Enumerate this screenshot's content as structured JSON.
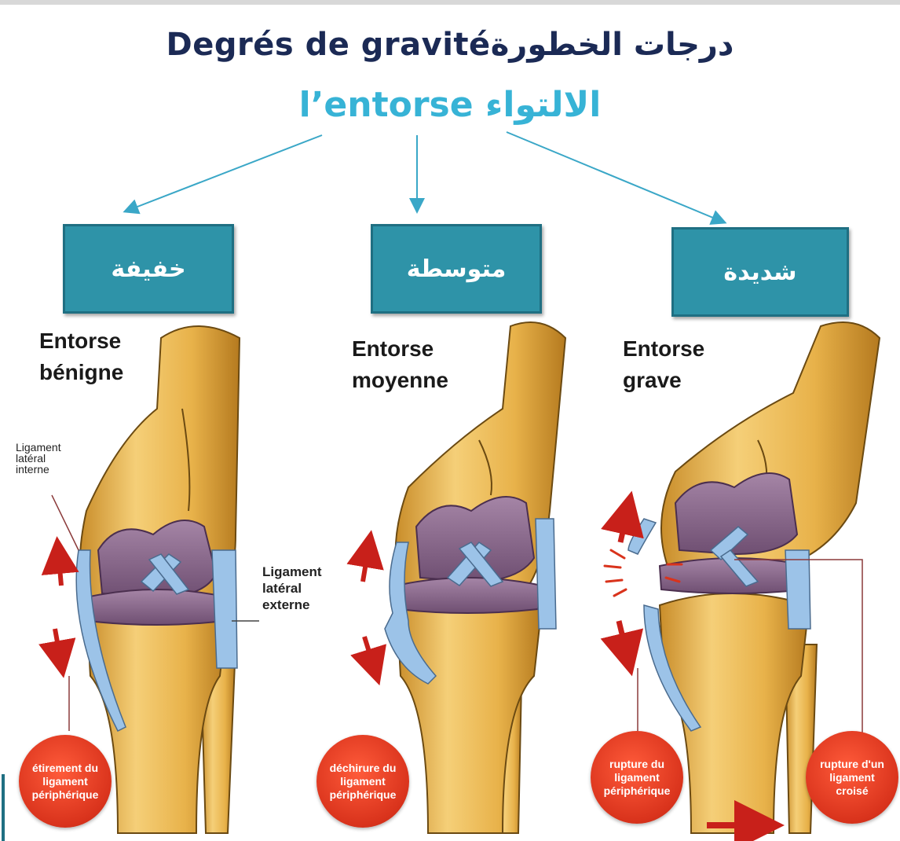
{
  "title": {
    "main": "Degrés de gravitéدرجات الخطورة",
    "subject": "l’entorse الالتواء"
  },
  "levels": [
    {
      "arabic": "خفيفة",
      "caption_line1": "Entorse",
      "caption_line2": "bénigne",
      "badge": "étirement du ligament périphérique"
    },
    {
      "arabic": "متوسطة",
      "caption_line1": "Entorse",
      "caption_line2": "moyenne",
      "badge": "déchirure du ligament périphérique"
    },
    {
      "arabic": "شديدة",
      "caption_line1": "Entorse",
      "caption_line2": "grave",
      "badge": "rupture du ligament périphérique",
      "badge2": "rupture d'un ligament croisé"
    }
  ],
  "labels": {
    "internal_ligament": [
      "Ligament",
      "latéral",
      "interne"
    ],
    "external_ligament": [
      "Ligament",
      "latéral",
      "externe"
    ]
  },
  "colors": {
    "title": "#1b2a55",
    "subject": "#37b3d6",
    "box": "#2e93a8",
    "bone": "#e8b24a",
    "cartilage": "#8d6a8e",
    "ligament": "#9cc3e8",
    "badge": "#d9331c",
    "arrow": "#c8201a"
  }
}
